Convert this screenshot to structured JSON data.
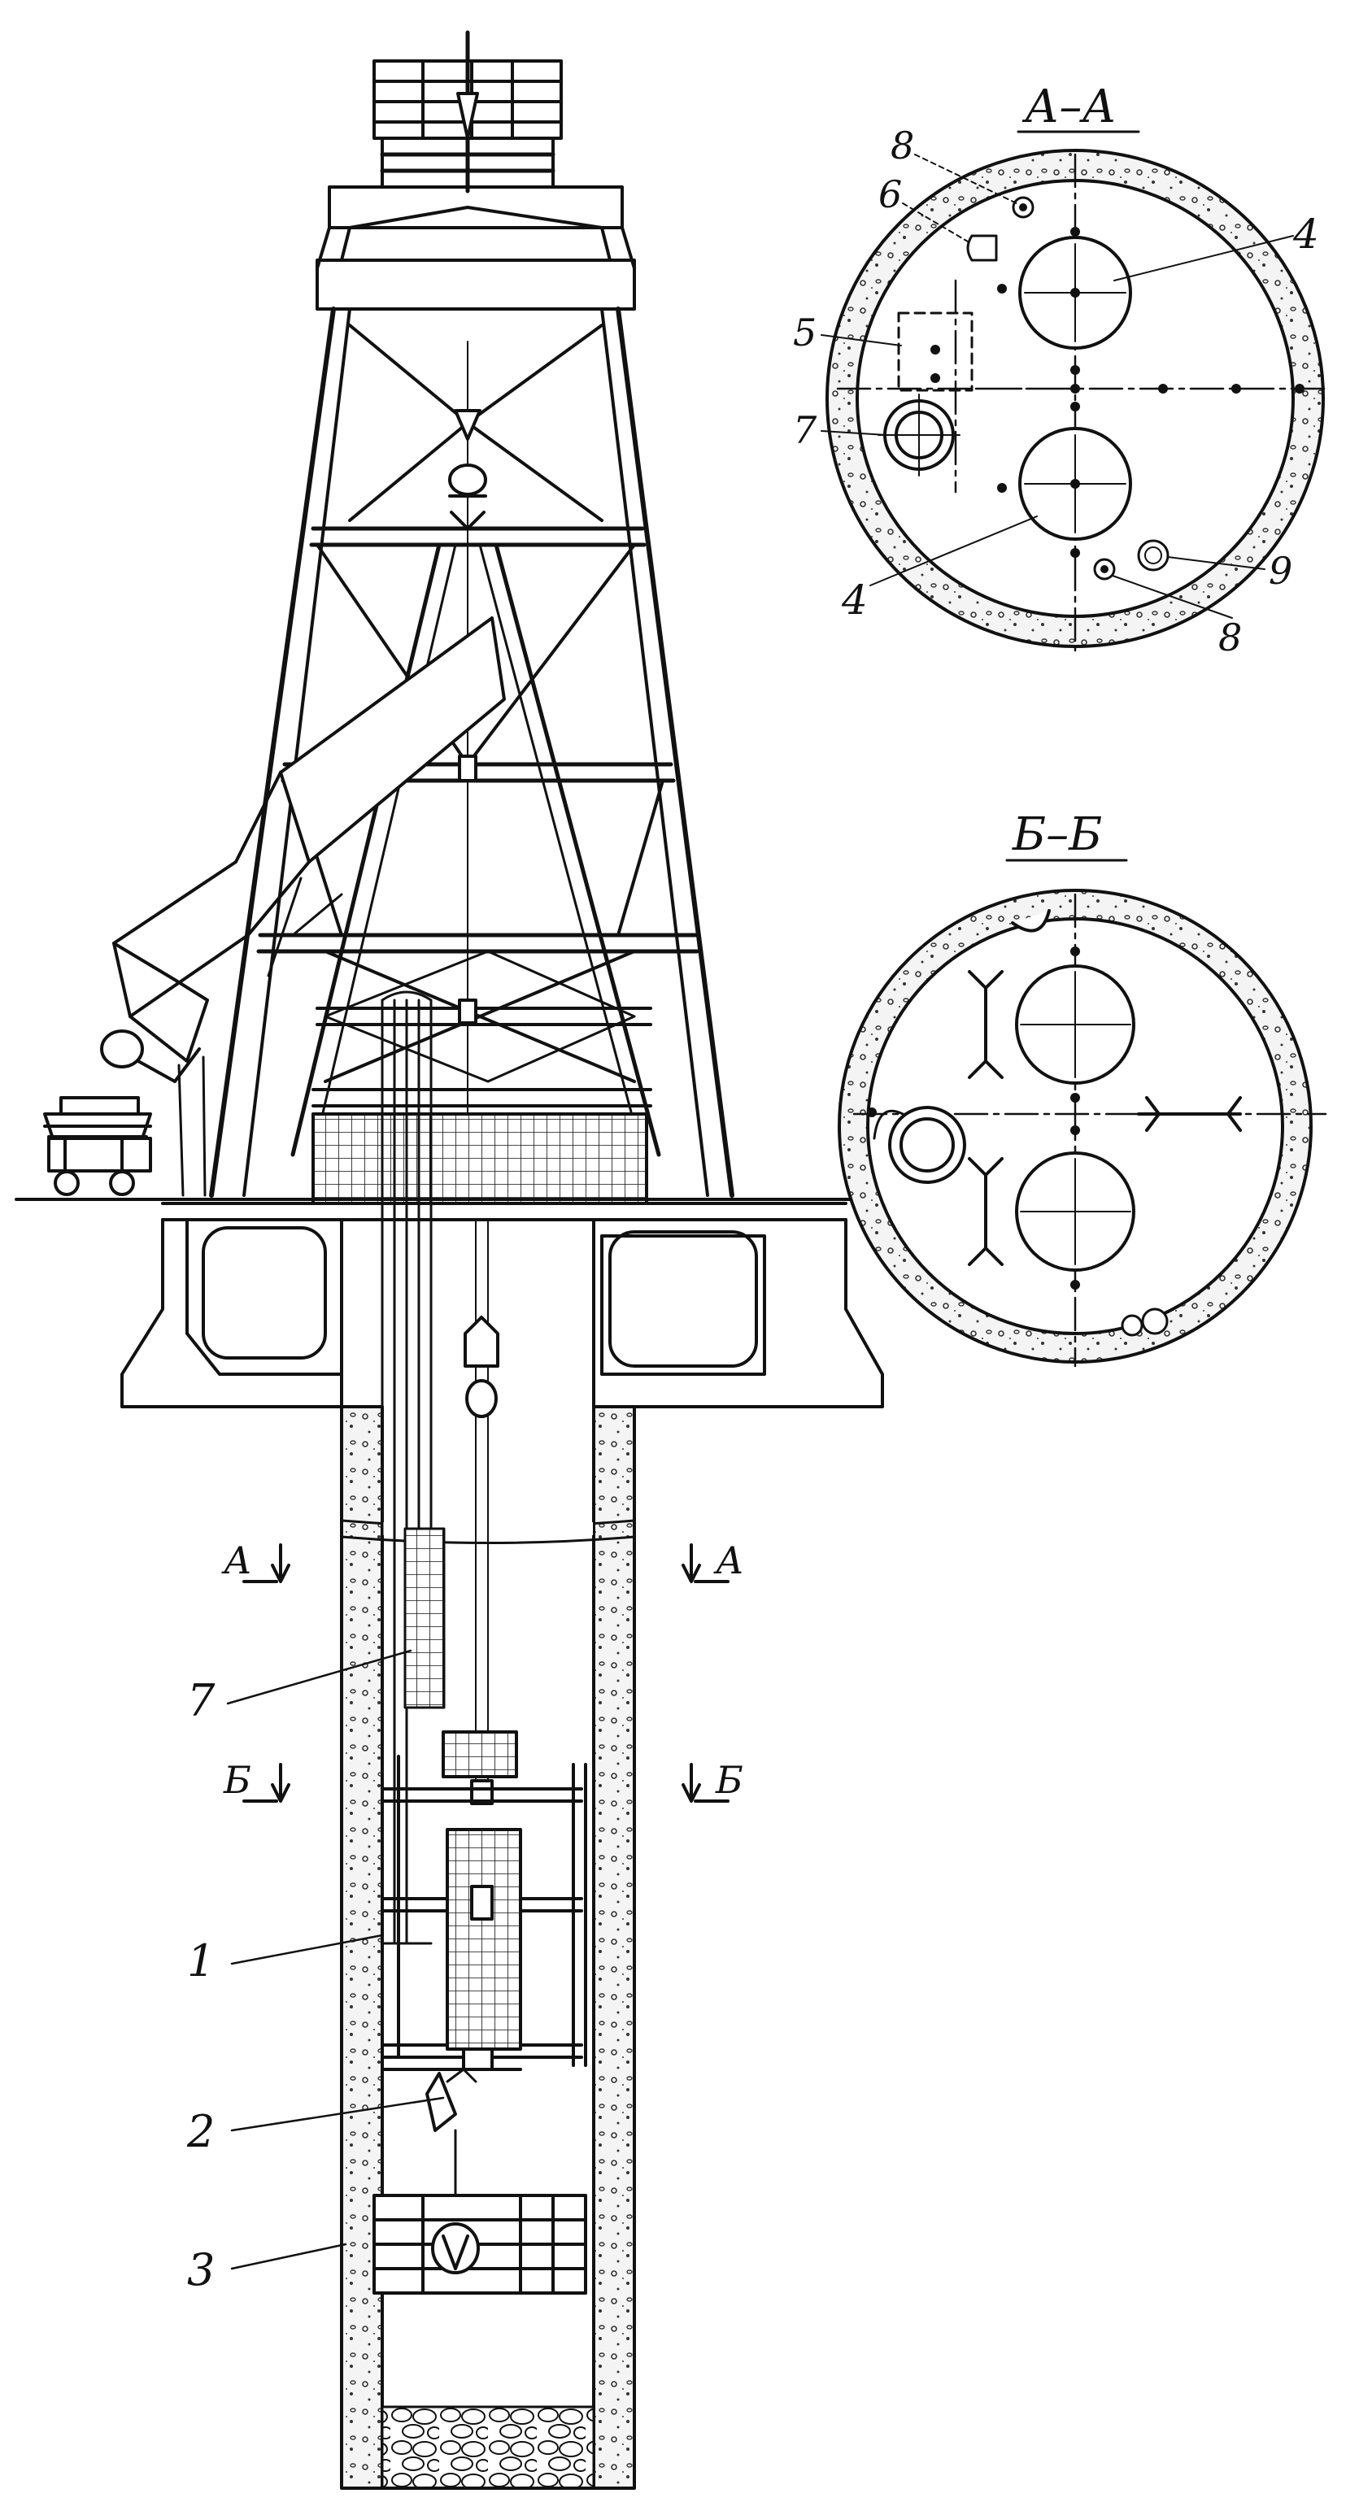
{
  "labels": {
    "section_a": "А–А",
    "section_b": "Б–Б",
    "callout_1": "1",
    "callout_2": "2",
    "callout_3": "3",
    "callout_7": "7",
    "aa_4_top": "4",
    "aa_4_bottom": "4",
    "aa_5": "5",
    "aa_6": "6",
    "aa_7": "7",
    "aa_8_top": "8",
    "aa_8_bottom": "8",
    "aa_9": "9",
    "cut_a_left": "А",
    "cut_a_right": "А",
    "cut_b_left": "Б",
    "cut_b_right": "Б"
  },
  "colors": {
    "ink": "#111111",
    "paper": "#ffffff",
    "concrete": "#f4f4f4"
  }
}
